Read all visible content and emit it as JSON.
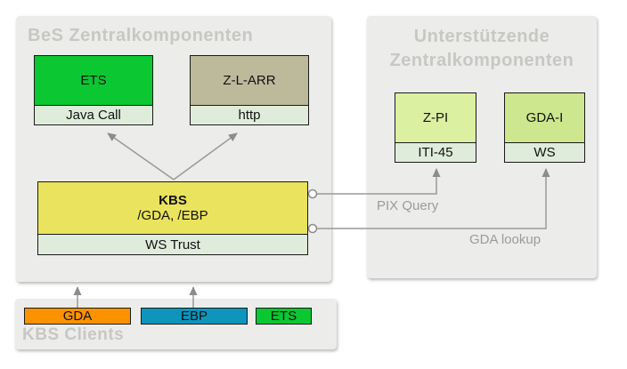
{
  "panels": {
    "bes": {
      "title": "BeS Zentralkomponenten"
    },
    "support": {
      "title_line1": "Unterstützende",
      "title_line2": "Zentralkomponenten"
    },
    "clients": {
      "title": "KBS Clients"
    }
  },
  "nodes": {
    "ets": {
      "label": "ETS",
      "protocol": "Java Call",
      "color": "#0bc732"
    },
    "zlarr": {
      "label": "Z-L-ARR",
      "protocol": "http",
      "color": "#bdb99b"
    },
    "kbs": {
      "label": "KBS",
      "sublabel": "/GDA, /EBP",
      "protocol": "WS Trust",
      "color": "#eae35e"
    },
    "zpi": {
      "label": "Z-PI",
      "protocol": "ITI-45",
      "color": "#dcf0a2"
    },
    "gdai": {
      "label": "GDA-I",
      "protocol": "WS",
      "color": "#cde78e"
    }
  },
  "clients": [
    {
      "label": "GDA",
      "color": "#fb9200"
    },
    {
      "label": "EBP",
      "color": "#0d95bd"
    },
    {
      "label": "ETS",
      "color": "#0bc732"
    }
  ],
  "connectors": {
    "pix_query_label": "PIX Query",
    "gda_lookup_label": "GDA lookup",
    "line_color": "#999996",
    "arrow_color": "#8c8c8c"
  }
}
